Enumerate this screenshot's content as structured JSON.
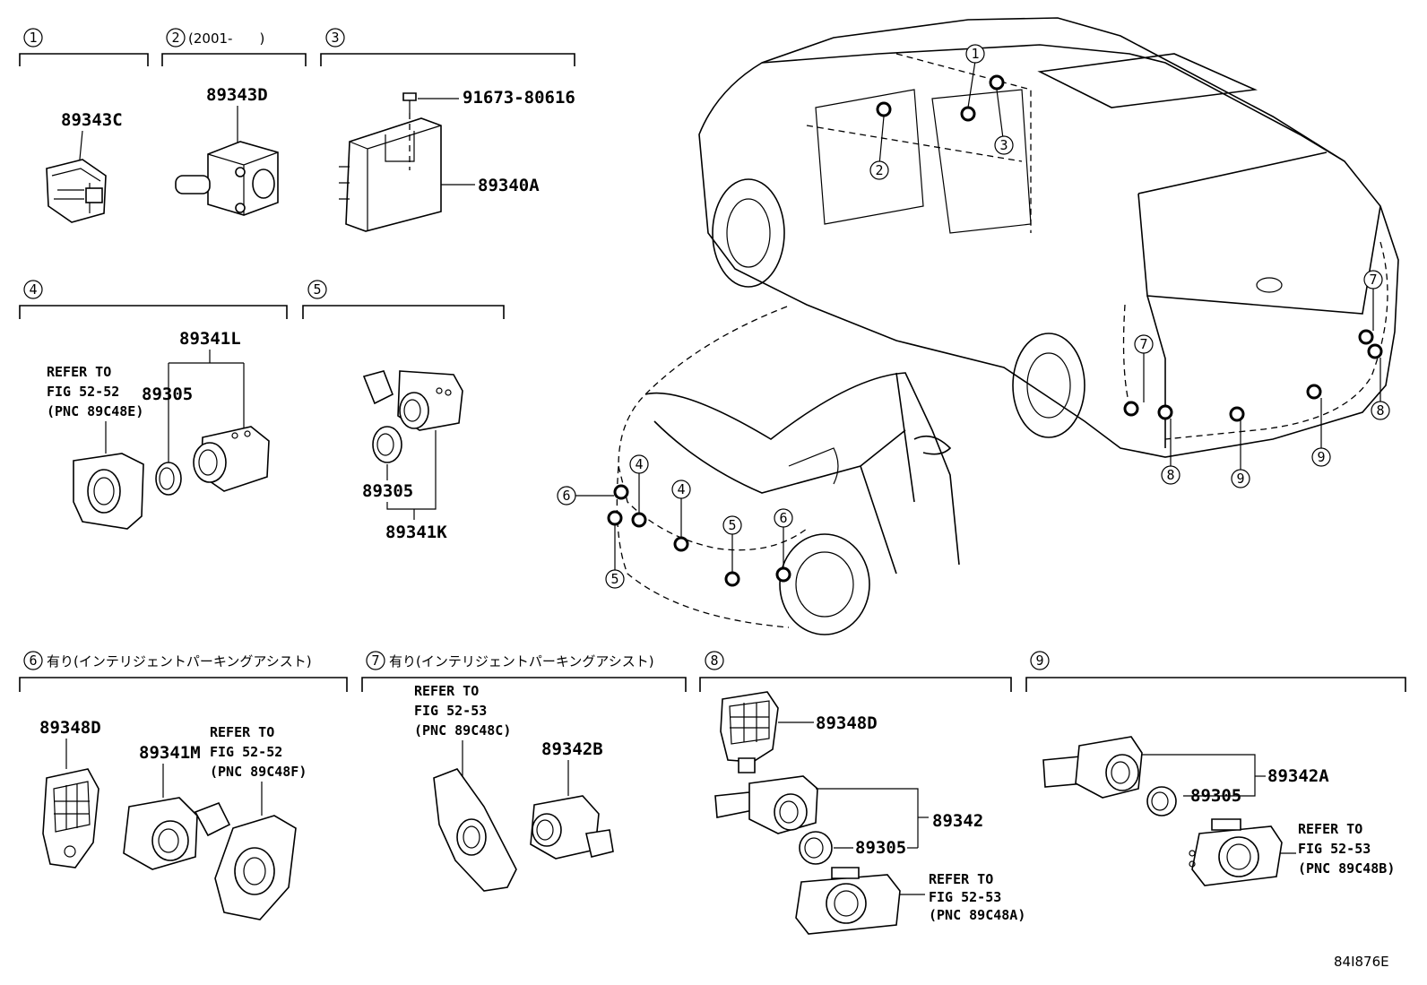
{
  "sections": [
    {
      "num": "1",
      "suffix": ""
    },
    {
      "num": "2",
      "suffix": "(2001-　　)"
    },
    {
      "num": "3",
      "suffix": ""
    },
    {
      "num": "4",
      "suffix": ""
    },
    {
      "num": "5",
      "suffix": ""
    },
    {
      "num": "6",
      "suffix": "有り(インテリジェントパーキングアシスト)"
    },
    {
      "num": "7",
      "suffix": "有り(インテリジェントパーキングアシスト)"
    },
    {
      "num": "8",
      "suffix": ""
    },
    {
      "num": "9",
      "suffix": ""
    }
  ],
  "parts": {
    "p89343C": "89343C",
    "p89343D": "89343D",
    "p91673": "91673-80616",
    "p89340A": "89340A",
    "p89341L": "89341L",
    "p89305_a": "89305",
    "p89305_b": "89305",
    "p89341K": "89341K",
    "p89348D_a": "89348D",
    "p89341M": "89341M",
    "p89342B": "89342B",
    "p89348D_b": "89348D",
    "p89342": "89342",
    "p89305_c": "89305",
    "p89342A": "89342A",
    "p89305_d": "89305"
  },
  "refs": [
    {
      "l1": "REFER TO",
      "l2": "FIG 52-52",
      "l3": "(PNC 89C48E)"
    },
    {
      "l1": "REFER TO",
      "l2": "FIG 52-52",
      "l3": "(PNC 89C48F)"
    },
    {
      "l1": "REFER TO",
      "l2": "FIG 52-53",
      "l3": "(PNC 89C48C)"
    },
    {
      "l1": "REFER TO",
      "l2": "FIG 52-53",
      "l3": "(PNC 89C48A)"
    },
    {
      "l1": "REFER TO",
      "l2": "FIG 52-53",
      "l3": "(PNC 89C48B)"
    }
  ],
  "vehicle_callouts": {
    "c1": "1",
    "c2": "2",
    "c3": "3",
    "c7a": "7",
    "c7b": "7",
    "c8a": "8",
    "c8b": "8",
    "c9a": "9",
    "c9b": "9",
    "c6a": "6",
    "c4a": "4",
    "c4b": "4",
    "c5a": "5",
    "c5b": "5",
    "c6b": "6"
  },
  "figure_code": "84I876E"
}
